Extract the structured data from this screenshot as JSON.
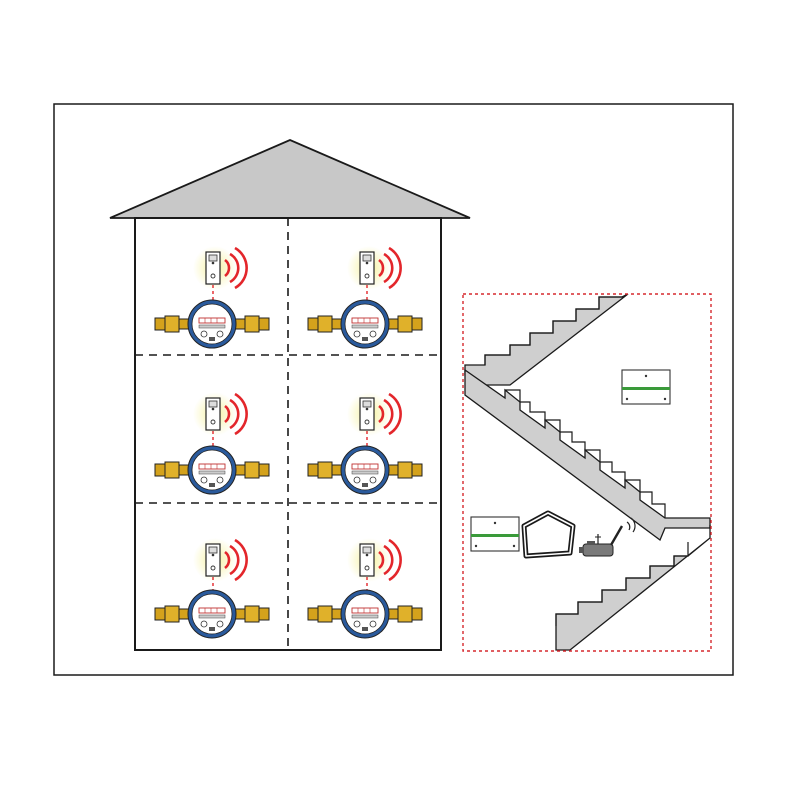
{
  "diagram": {
    "floors": 3,
    "units_per_floor": 2,
    "unit_device": "water-meter-with-radio-transmitter",
    "installation_devices": [
      "wall-receiver-panel",
      "coil-antenna",
      "gsm-modem-with-antenna"
    ]
  },
  "colors": {
    "frame": "#1a1a1a",
    "roof": "#c8c8c8",
    "stairs": "#cfcfcf",
    "radio_waves": "#e3262b",
    "glow": "#f2ef8e",
    "meter_brass": "#e0b12a",
    "meter_blue": "#2a5a9c",
    "panel_stripe": "#3a9a3a",
    "boundary": "#d6282e"
  }
}
